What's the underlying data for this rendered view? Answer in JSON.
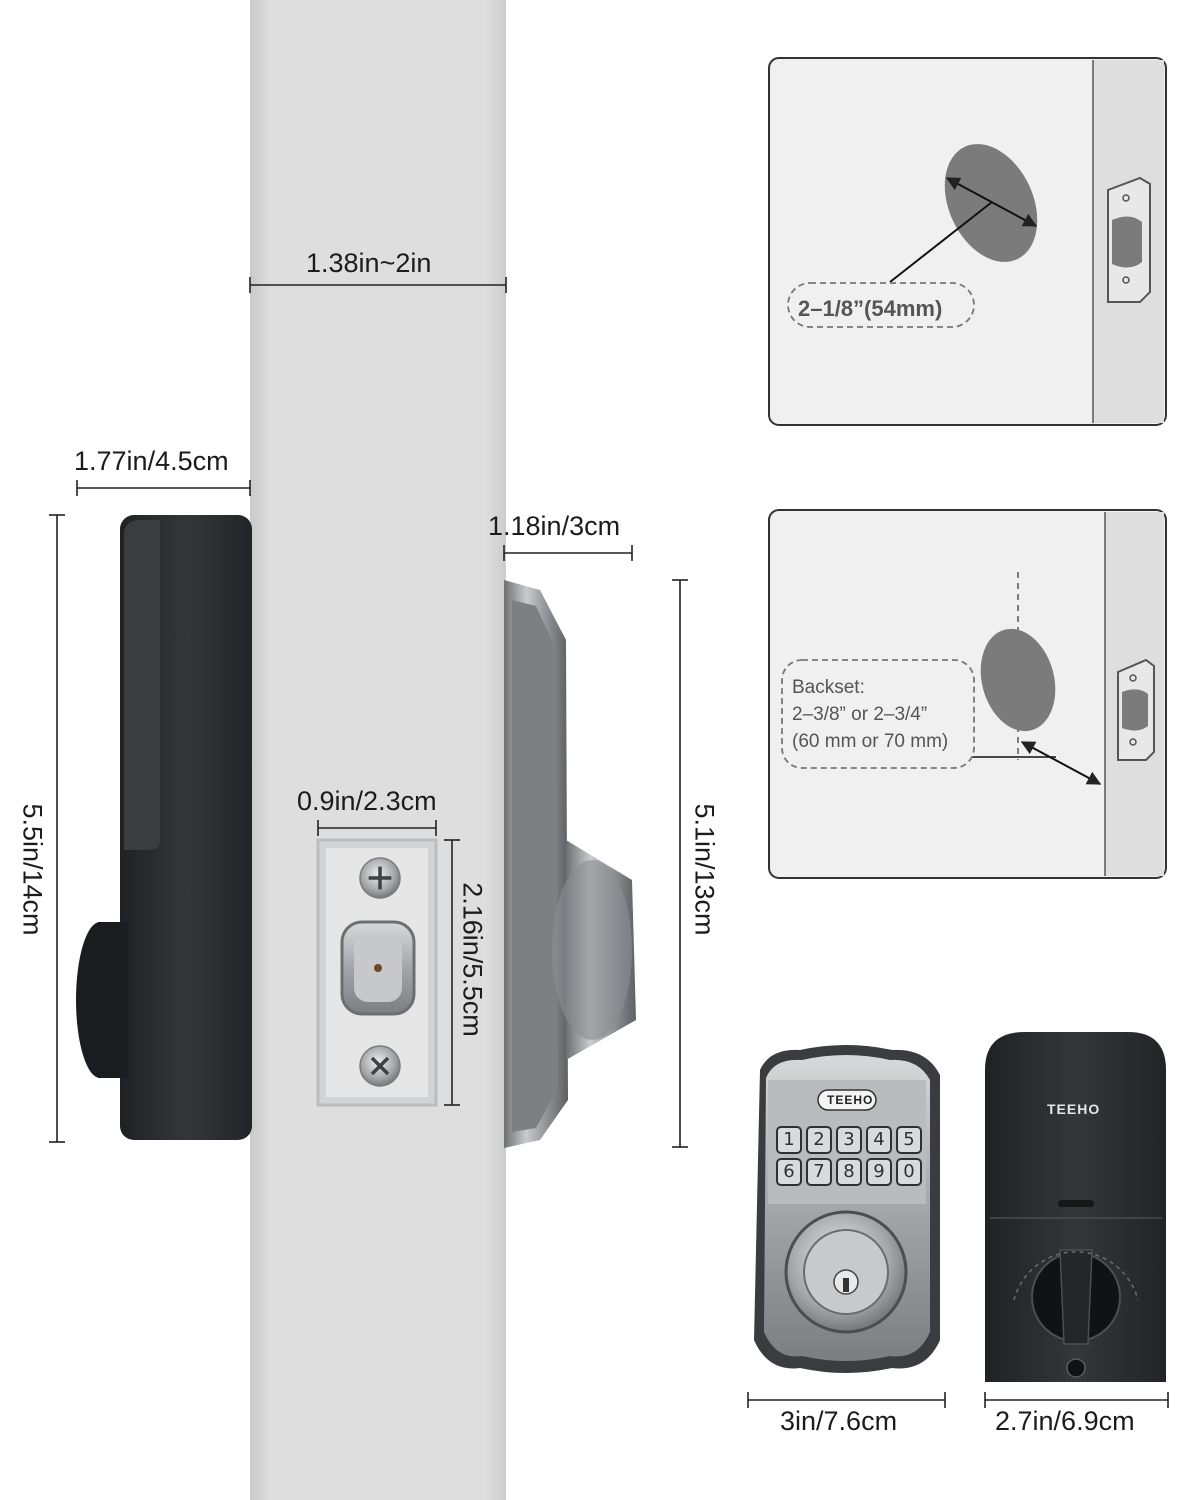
{
  "dimensions": {
    "door_thickness": "1.38in~2in",
    "interior_depth": "1.77in/4.5cm",
    "exterior_depth": "1.18in/3cm",
    "interior_height": "5.5in/14cm",
    "exterior_height": "5.1in/13cm",
    "latch_width": "0.9in/2.3cm",
    "latch_height": "2.16in/5.5cm",
    "exterior_width": "3in/7.6cm",
    "interior_width": "2.7in/6.9cm"
  },
  "panels": {
    "bore_hole": {
      "label": "2–1/8”(54mm)"
    },
    "backset": {
      "line1": "Backset:",
      "line2": "2–3/8” or 2–3/4”",
      "line3": "(60 mm or 70 mm)"
    }
  },
  "keypad": {
    "brand": "TEEHO",
    "keys": [
      "1",
      "2",
      "3",
      "4",
      "5",
      "6",
      "7",
      "8",
      "9",
      "0"
    ]
  },
  "interior_unit": {
    "brand": "TEEHO"
  },
  "colors": {
    "door": "#dcdcdc",
    "door_edge": "#c4c4c4",
    "interior_body": "#2b2d30",
    "satin_nickel": "#a9abae",
    "panel_bg": "#f0f0f0",
    "panel_border": "#333333",
    "bore_hole": "#7b7b7b"
  }
}
